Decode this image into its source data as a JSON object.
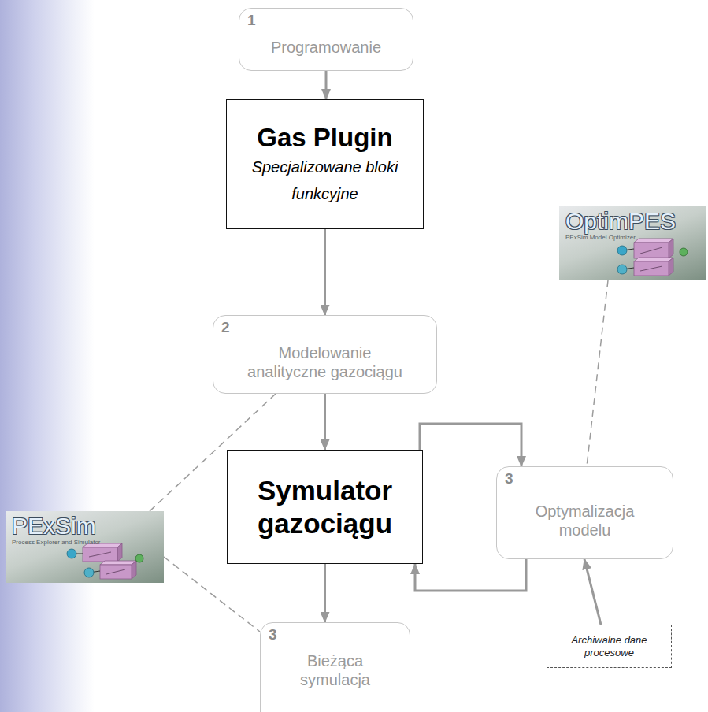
{
  "diagram": {
    "nodes": [
      {
        "text": [
          "1",
          "Programowanie"
        ]
      },
      {
        "text": [
          "Gas Plugin",
          "Specjalizowane bloki funkcyjne"
        ]
      },
      {
        "text": [
          "2",
          "Modelowanie analityczne gazociągu"
        ]
      },
      {
        "text": [
          "OptimPES",
          "PExSim Model Optimizer"
        ]
      },
      {
        "text": [
          "Symulator gazociągu"
        ]
      },
      {
        "text": [
          "3",
          "Optymalizacja modelu"
        ]
      },
      {
        "text": [
          "PExSim",
          "Process Explorer and Simulator"
        ]
      },
      {
        "text": [
          "Archiwalne dane procesowe"
        ]
      },
      {
        "text": [
          "3",
          "Bieżąca symulacja"
        ]
      }
    ],
    "edges": [
      {
        "from": 0,
        "to": 1,
        "arrow": "to"
      },
      {
        "from": 1,
        "to": 2,
        "arrow": "to"
      },
      {
        "from": 2,
        "to": 4,
        "arrow": "to"
      },
      {
        "from": 4,
        "to": 5,
        "arrow": "to"
      },
      {
        "from": 5,
        "to": 4,
        "arrow": "to"
      },
      {
        "from": 4,
        "to": 8,
        "arrow": "to"
      },
      {
        "from": 7,
        "to": 5,
        "arrow": "to"
      },
      {
        "from": 6,
        "to": 2,
        "arrow": "none"
      },
      {
        "from": 6,
        "to": 8,
        "arrow": "none"
      },
      {
        "from": 3,
        "to": 5,
        "arrow": "none"
      }
    ]
  }
}
